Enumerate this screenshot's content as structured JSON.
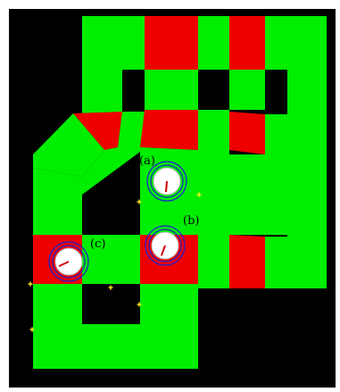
{
  "colors": {
    "background": "#000000",
    "free": "#00ee00",
    "occupied": "#ee0000",
    "sensor_ring": "#2222cc",
    "robot_body": "#ffffff",
    "heading": "#cc0000",
    "marker": "#ffee22",
    "border": "#ffffff"
  },
  "robots": [
    {
      "id": "a",
      "label": "(a)",
      "heading_deg": 95
    },
    {
      "id": "b",
      "label": "(b)",
      "heading_deg": 110
    },
    {
      "id": "c",
      "label": "(c)",
      "heading_deg": 155
    }
  ]
}
